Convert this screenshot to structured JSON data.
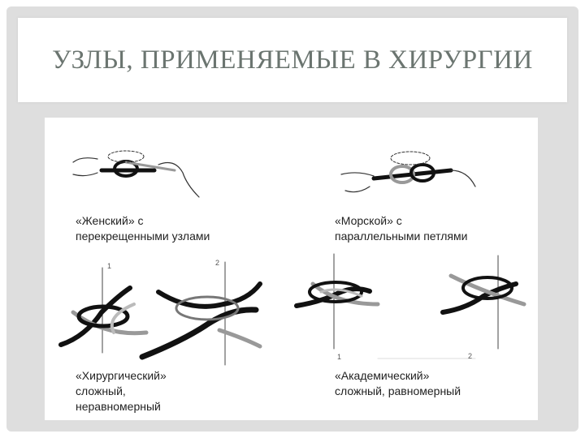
{
  "title": "УЗЛЫ, ПРИМЕНЯЕМЫЕ В ХИРУРГИИ",
  "knots": [
    {
      "caption_lines": [
        "«Женский» с",
        "перекрещенными узлами"
      ]
    },
    {
      "caption_lines": [
        "«Морской» с",
        "параллельными петлями"
      ]
    },
    {
      "caption_lines": [
        "«Хирургический»",
        "сложный,",
        "неравномерный"
      ],
      "step_labels": [
        "1",
        "2"
      ]
    },
    {
      "caption_lines": [
        "«Академический»",
        "сложный, равномерный"
      ],
      "step_labels": [
        "1",
        "2"
      ]
    }
  ]
}
